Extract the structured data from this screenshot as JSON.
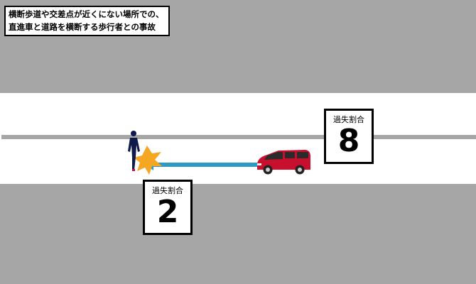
{
  "caption": {
    "line1": "横断歩道や交差点が近くにない場所での、",
    "line2": "直進車と道路を横断する歩行者との事故"
  },
  "car_fault": {
    "label": "過失割合",
    "value": "8"
  },
  "pedestrian_fault": {
    "label": "過失割合",
    "value": "2"
  },
  "colors": {
    "car_body": "#c8102e",
    "arrow": "#2e9ac6",
    "impact": "#f5a623",
    "pedestrian": "#101a4a",
    "road": "#ffffff",
    "ground": "#a6a6a6"
  }
}
